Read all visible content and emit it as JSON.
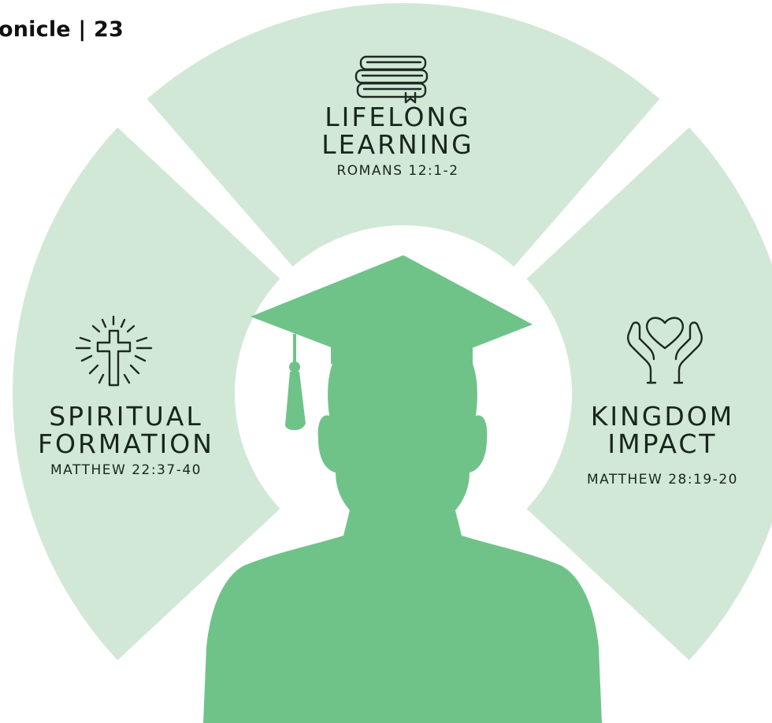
{
  "header": {
    "text": "onicle | 23"
  },
  "segments": {
    "top": {
      "title_line1": "LIFELONG",
      "title_line2": "LEARNING",
      "verse": "ROMANS 12:1-2",
      "icon": "books-icon"
    },
    "left": {
      "title_line1": "SPIRITUAL",
      "title_line2": "FORMATION",
      "verse": "MATTHEW 22:37-40",
      "icon": "radiant-cross-icon"
    },
    "right": {
      "title_line1": "KINGDOM",
      "title_line2": "IMPACT",
      "verse": "MATTHEW 28:19-20",
      "icon": "heart-in-hands-icon"
    }
  },
  "center": {
    "icon": "graduate-silhouette-icon"
  },
  "colors": {
    "ring": "#d2e8d6",
    "figure": "#6fc389",
    "text": "#17261c",
    "background": "#ffffff"
  }
}
